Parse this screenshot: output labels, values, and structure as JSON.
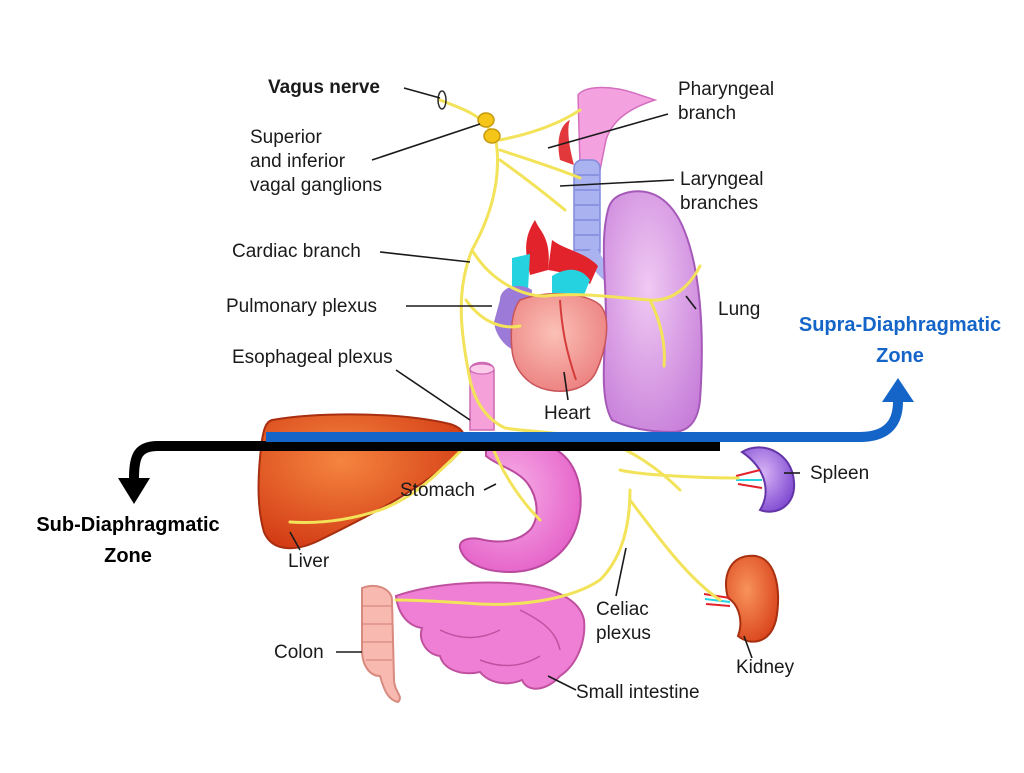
{
  "labels": {
    "vagus_nerve": "Vagus nerve",
    "ganglia_1": "Superior",
    "ganglia_2": "and inferior",
    "ganglia_3": "vagal ganglions",
    "pharyngeal_1": "Pharyngeal",
    "pharyngeal_2": "branch",
    "laryngeal_1": "Laryngeal",
    "laryngeal_2": "branches",
    "cardiac_branch": "Cardiac branch",
    "pulmonary_plexus": "Pulmonary plexus",
    "lung": "Lung",
    "esophageal_plexus": "Esophageal plexus",
    "heart": "Heart",
    "spleen": "Spleen",
    "stomach": "Stomach",
    "liver": "Liver",
    "celiac_1": "Celiac",
    "celiac_2": "plexus",
    "colon": "Colon",
    "kidney": "Kidney",
    "small_intestine": "Small intestine"
  },
  "zones": {
    "supra_1": "Supra-Diaphragmatic",
    "supra_2": "Zone",
    "sub_1": "Sub-Diaphragmatic",
    "sub_2": "Zone"
  },
  "colors": {
    "nerve": "#f2e35a",
    "supra_zone": "#1565c8",
    "sub_zone": "#000000",
    "liver": "#e24a1c",
    "lung": "#d899e6",
    "heart": "#f08a8a",
    "stomach": "#ee6fd0",
    "spleen": "#8e5ad8",
    "kidney": "#e8501e",
    "intestine": "#ee7fd4",
    "colon": "#f7b9b0",
    "trachea": "#aab2ef"
  }
}
